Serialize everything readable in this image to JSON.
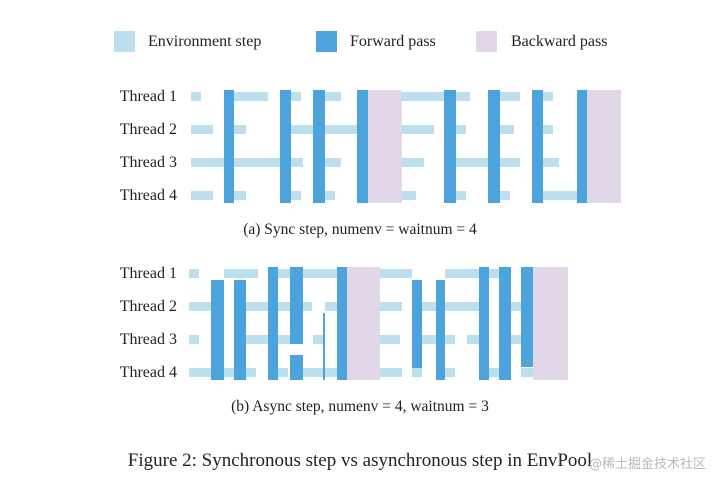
{
  "legend": {
    "env_label": "Environment step",
    "fwd_label": "Forward pass",
    "bwd_label": "Backward pass"
  },
  "colors": {
    "env": "#bcdfee",
    "fwd": "#4da3dc",
    "bwd": "#e1d7e8",
    "text": "#222222"
  },
  "threads": [
    "Thread 1",
    "Thread 2",
    "Thread 3",
    "Thread 4"
  ],
  "sync_caption": "(a) Sync step, numenv = waitnum = 4",
  "async_caption": "(b) Async step, numenv = 4, waitnum = 3",
  "figure_caption": "Figure 2: Synchronous step vs asynchronous step in EnvPool",
  "watermark": "@稀土掘金技术社区"
}
